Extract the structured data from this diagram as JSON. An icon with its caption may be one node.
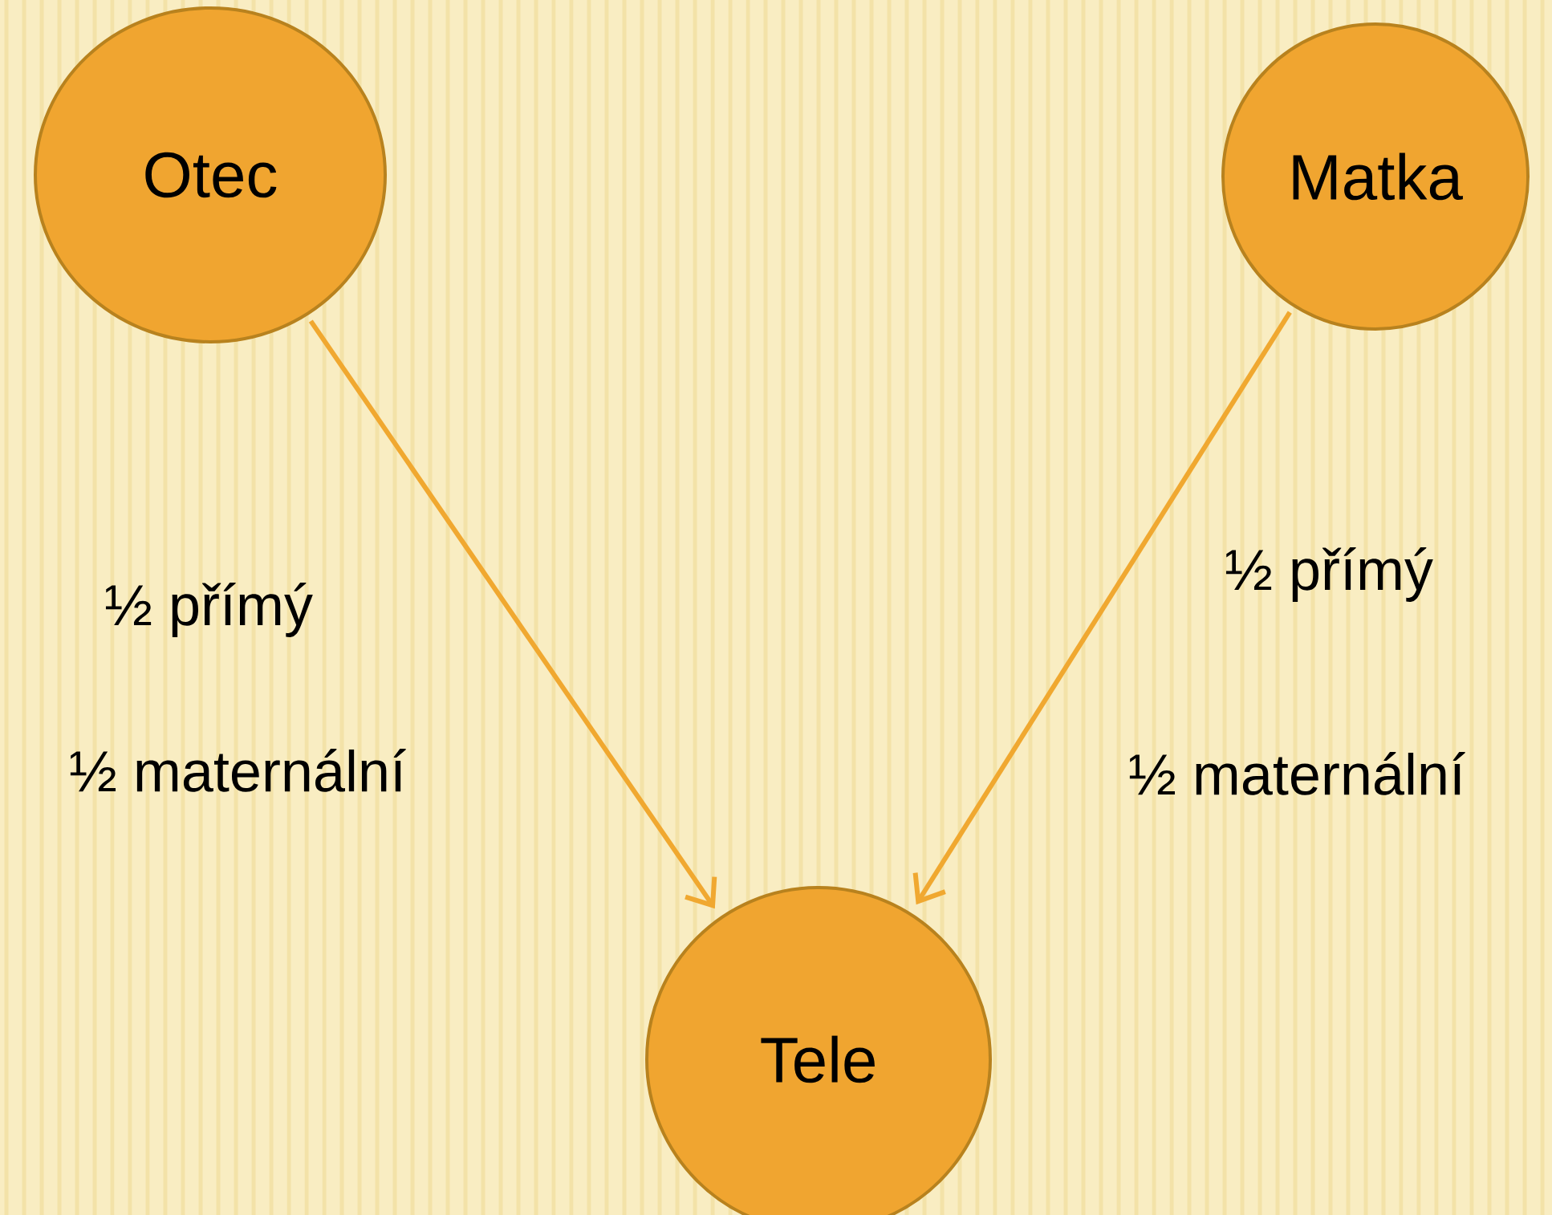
{
  "diagram": {
    "nodes": [
      {
        "text": [
          "Otec"
        ]
      },
      {
        "text": [
          "Matka"
        ]
      },
      {
        "text": [
          "Tele"
        ]
      }
    ],
    "edges": [
      {
        "from": 0,
        "to": 2,
        "arrow": "to"
      },
      {
        "from": 1,
        "to": 2,
        "arrow": "to"
      }
    ],
    "labels": [
      "½ přímý",
      "½ maternální",
      "½ přímý",
      "½ maternální"
    ]
  }
}
